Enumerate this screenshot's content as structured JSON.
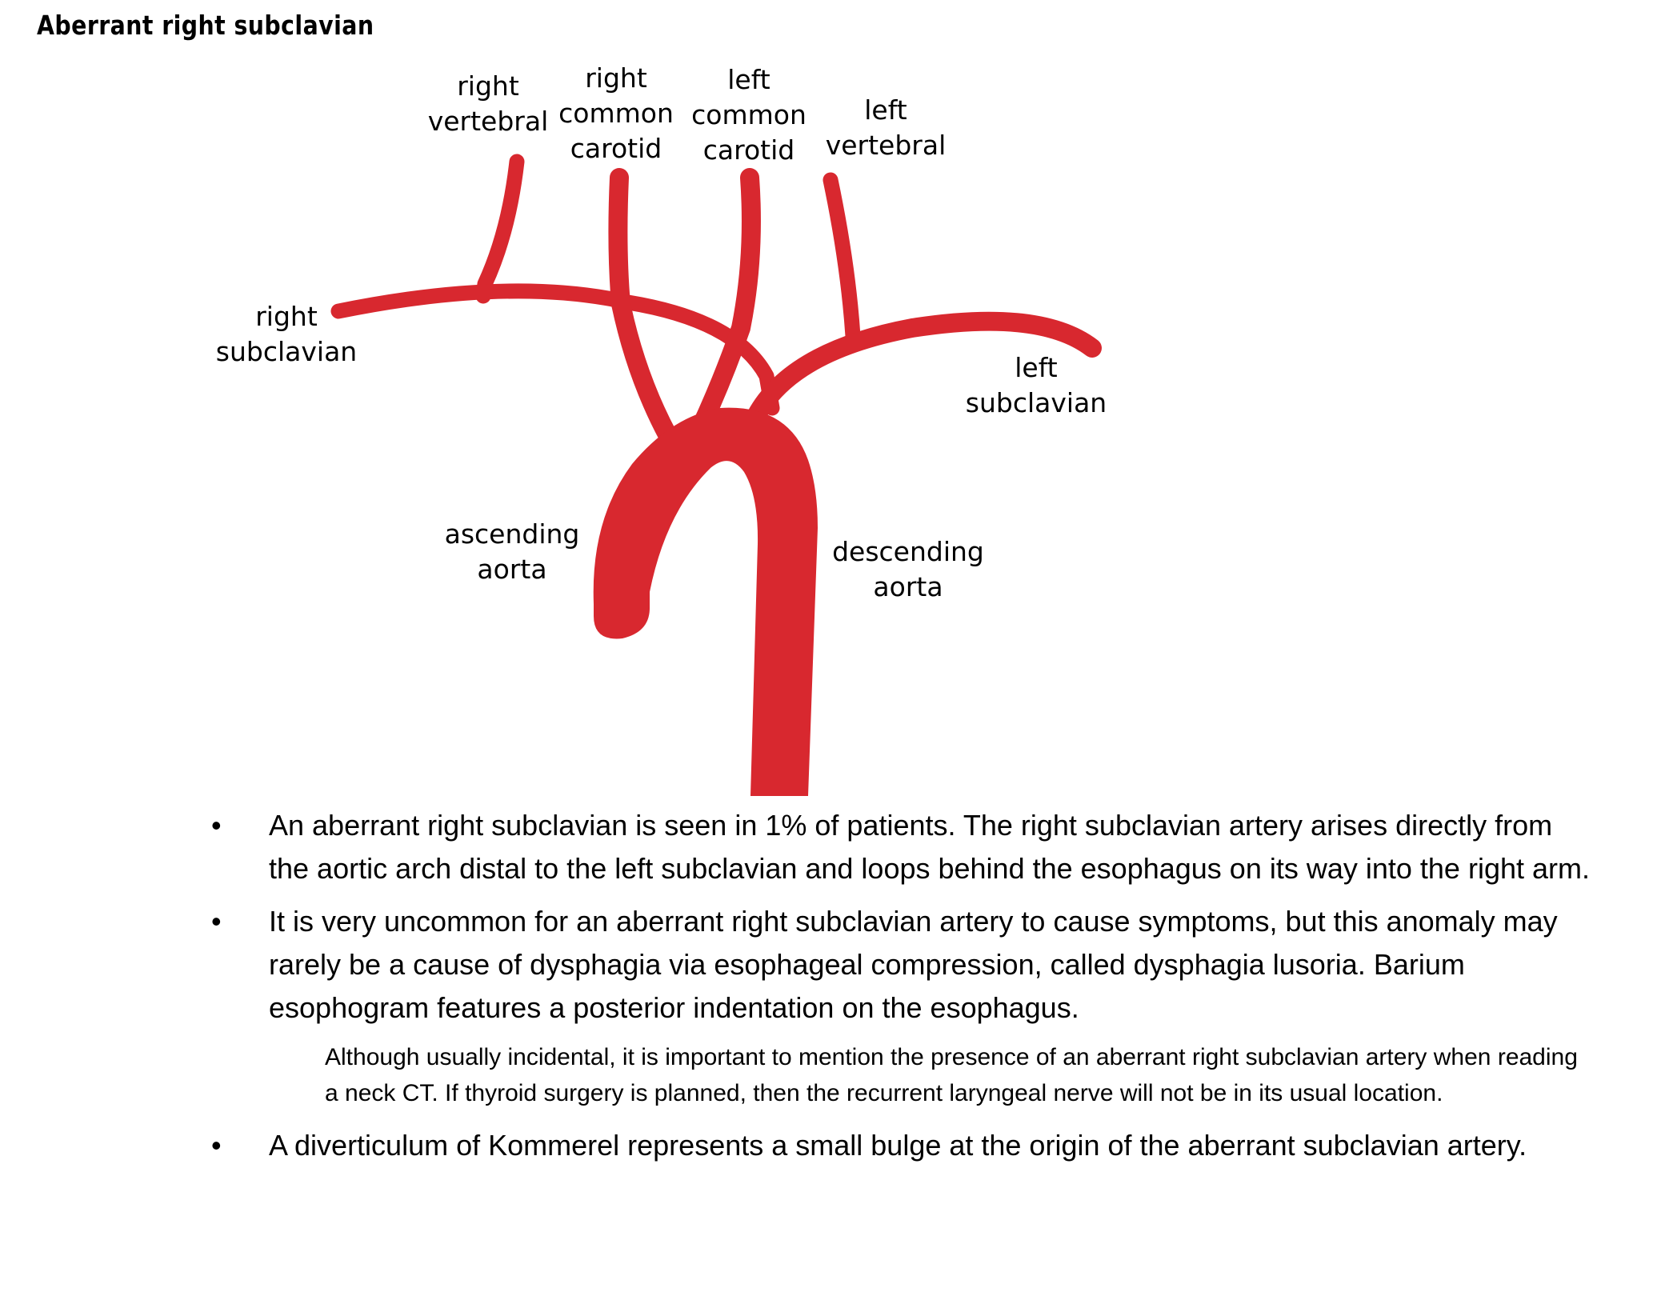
{
  "title": "Aberrant right subclavian",
  "diagram": {
    "vessel_color": "#d8282f",
    "labels": {
      "right_vertebral": [
        "right",
        "vertebral"
      ],
      "right_common_carotid": [
        "right",
        "common",
        "carotid"
      ],
      "left_common_carotid": [
        "left",
        "common",
        "carotid"
      ],
      "left_vertebral": [
        "left",
        "vertebral"
      ],
      "right_subclavian": [
        "right",
        "subclavian"
      ],
      "left_subclavian": [
        "left",
        "subclavian"
      ],
      "ascending_aorta": [
        "ascending",
        "aorta"
      ],
      "descending_aorta": [
        "descending",
        "aorta"
      ]
    }
  },
  "bullets": [
    {
      "marker": "•",
      "text": "An aberrant right subclavian is seen in 1% of patients. The right subclavian artery arises directly from the aortic arch distal to the left subclavian and loops behind the esophagus on its way into the right arm."
    },
    {
      "marker": "•",
      "text": "It is very uncommon for an aberrant right subclavian artery to cause symptoms, but this anomaly may rarely be a cause of dysphagia via esophageal compression, called dysphagia lusoria. Barium esophogram features a posterior indentation on the esophagus."
    }
  ],
  "note": "Although usually incidental, it is important to mention the presence of an aberrant right subclavian artery when reading a neck CT. If thyroid surgery is planned, then the recurrent laryngeal nerve will not be in its usual location.",
  "last_bullet": {
    "marker": "•",
    "text": "A diverticulum of Kommerel represents a small bulge at the origin of the aberrant subclavian artery."
  }
}
